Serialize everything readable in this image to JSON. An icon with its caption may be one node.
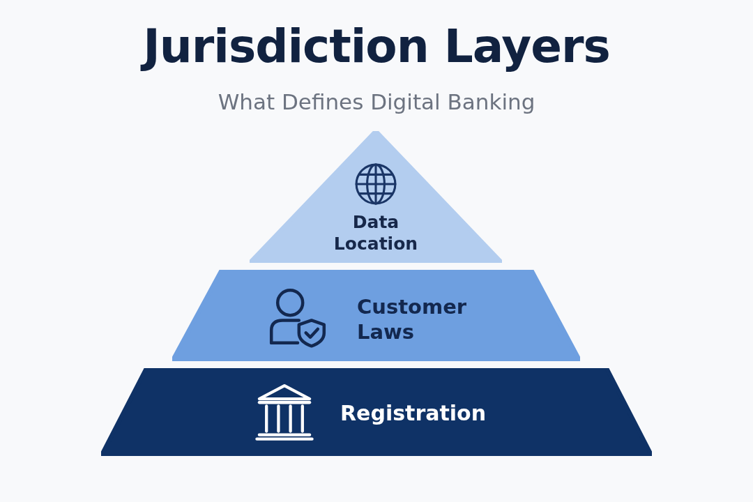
{
  "diagram": {
    "title": "Jurisdiction Layers",
    "nodes": [
      {
        "text": [
          "Data Location"
        ]
      },
      {
        "text": [
          "Customer Laws"
        ]
      },
      {
        "text": [
          "Registration"
        ]
      }
    ],
    "labels": [
      "What Defines Digital Banking"
    ]
  }
}
